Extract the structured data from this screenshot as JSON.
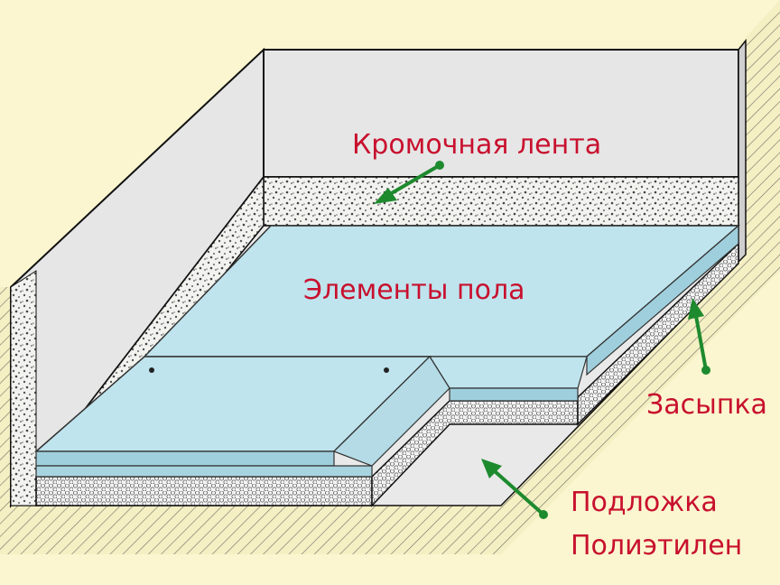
{
  "labels": {
    "edge_tape": "Кромочная лента",
    "floor_elements": "Элементы пола",
    "backfill": "Засыпка",
    "underlay_line1": "Подложка",
    "underlay_line2": "Полиэтилен"
  },
  "colors": {
    "background": "#fbf6cf",
    "wall": "#e6e6e6",
    "panel": "#bfe4ee",
    "label_red": "#c8102e",
    "arrow_green": "#1e8a2e",
    "outline": "#111111"
  }
}
